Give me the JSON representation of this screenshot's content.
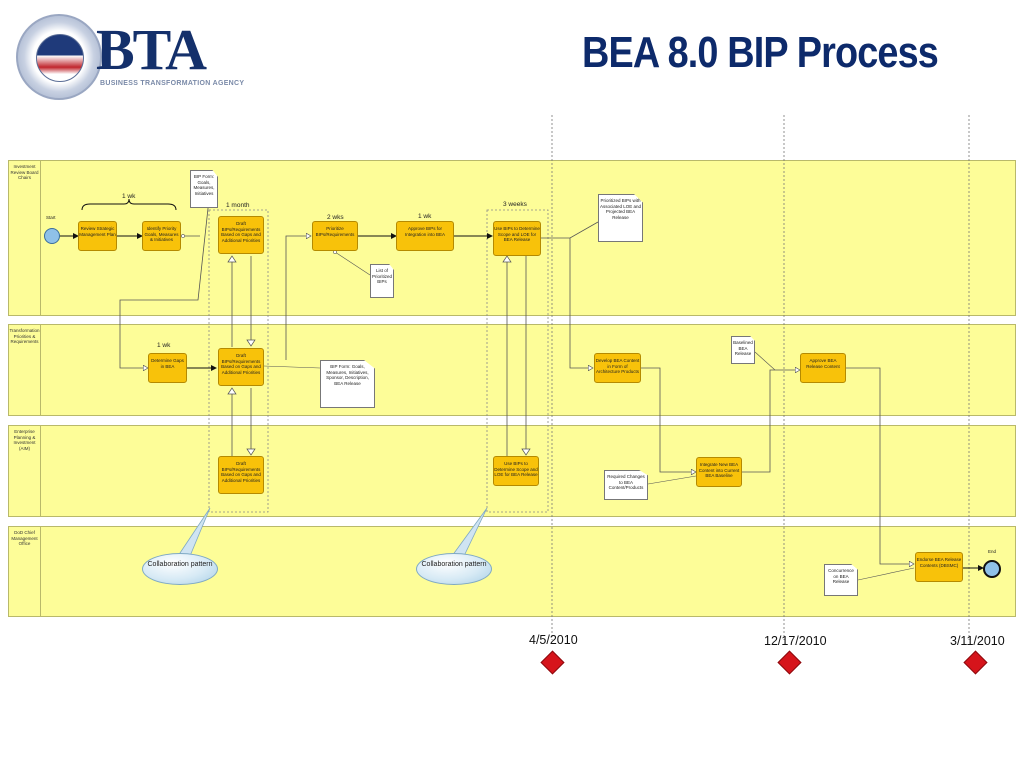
{
  "header": {
    "title": "BEA 8.0 BIP Process",
    "logo_text": "BTA",
    "logo_subtitle": "BUSINESS TRANSFORMATION AGENCY"
  },
  "lanes": [
    {
      "label": "Investment Review Board Chairs"
    },
    {
      "label": "Transformation Priorities & Requirements"
    },
    {
      "label": "Enterprise Planning & Investment (AIM)"
    },
    {
      "label": "DoD Chief Management Office"
    }
  ],
  "events": {
    "start": "Start",
    "end": "End"
  },
  "tasks": {
    "review_plan": "Review Strategic Management Plan",
    "identify_goals": "Identify Priority Goals, Measures & Initiatives",
    "draft_bip_1": "Draft BIPs/Requirements Based on Gaps and Additional Priorities",
    "prioritize": "Prioritize BIPs/Requirements",
    "approve": "Approve BIPs for Integration into BEA",
    "use_bips_1": "Use BIPs to Determine Scope and LOE for BEA Release",
    "determine_gaps": "Determine Gaps in BEA",
    "draft_bip_2": "Draft BIPs/Requirements Based on Gaps and Additional Priorities",
    "develop": "Develop BEA Content in Form of Architecture Products",
    "approve_release": "Approve BEA Release Content",
    "draft_bip_3": "Draft BIPs/Requirements Based on Gaps and Additional Priorities",
    "use_bips_2": "Use BIPs to Determine Scope and LOE for BEA Release",
    "integrate": "Integrate New BEA Content into Current BEA Baseline",
    "endorse": "Endorse BEA Release Contents (DBSMC)"
  },
  "documents": {
    "bip_form_1": "BIP Form: Goals, Measures, Initiatives",
    "list_prioritized": "List of Prioritized BIPs",
    "prioritized_with_loe": "Prioritized BIPs with Associated LOE and Projected BEA Release",
    "bip_form_2": "BIP Form: Goals, Measures, Initiatives, Sponsor, Description, BEA Release",
    "baselined": "Baselined BEA Release",
    "required_changes": "Required Changes to BEA Content/Products",
    "concurrence": "Concurrence on BEA Release"
  },
  "durations": {
    "one_wk_a": "1 wk",
    "one_month": "1 month",
    "two_wks": "2 wks",
    "one_wk_b": "1 wk",
    "three_weeks": "3 weeks",
    "one_wk_c": "1 wk"
  },
  "callouts": {
    "left": "Collaboration pattern",
    "right": "Collaboration pattern"
  },
  "milestones": [
    {
      "date": "4/5/2010"
    },
    {
      "date": "12/17/2010"
    },
    {
      "date": "3/11/2010"
    }
  ],
  "colors": {
    "lane_fill": "#fdfd98",
    "task_fill": "#f8c20a",
    "title_color": "#0d2a6b",
    "milestone_color": "#d6141b",
    "start_fill": "#8fc1e8"
  }
}
